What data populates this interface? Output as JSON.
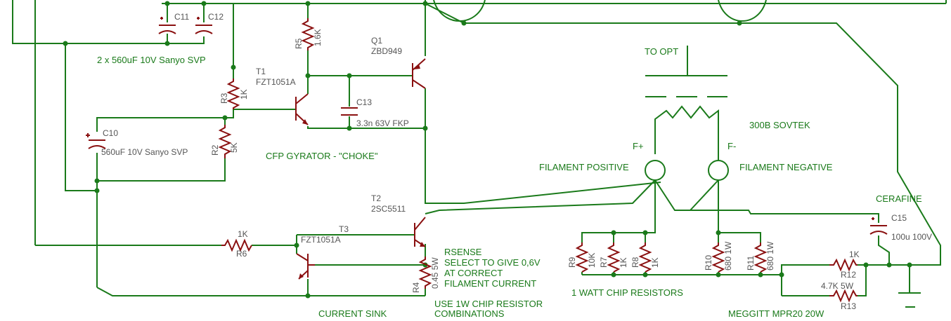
{
  "labels": {
    "bank": "2 x 560uF 10V Sanyo SVP",
    "gyrator": "CFP GYRATOR - \"CHOKE\"",
    "current_sink": "CURRENT SINK",
    "rsense_1": "RSENSE",
    "rsense_2": "SELECT TO GIVE 0,6V",
    "rsense_3": "AT CORRECT",
    "rsense_4": "FILAMENT CURRENT",
    "chip_1": "USE 1W CHIP RESISTOR",
    "chip_2": "COMBINATIONS",
    "to_opt": "TO OPT",
    "tube": "300B SOVTEK",
    "f_plus": "F+",
    "f_minus": "F-",
    "fil_pos": "FILAMENT POSITIVE",
    "fil_neg": "FILAMENT NEGATIVE",
    "one_watt": "1 WATT CHIP RESISTORS",
    "cerafine": "CERAFINE",
    "meggitt": "MEGGITT MPR20 20W"
  },
  "parts": {
    "c11": {
      "ref": "C11"
    },
    "c12": {
      "ref": "C12"
    },
    "c10": {
      "ref": "C10",
      "value": "560uF 10V Sanyo SVP"
    },
    "c13": {
      "ref": "C13",
      "value": "3.3n 63V FKP"
    },
    "c15": {
      "ref": "C15",
      "value": "100u 100V"
    },
    "r5": {
      "ref": "R5",
      "value": "1.6K"
    },
    "r3": {
      "ref": "R3",
      "value": "1K"
    },
    "r2": {
      "ref": "R2",
      "value": "5K"
    },
    "r6": {
      "ref": "R6",
      "value": "1K"
    },
    "r4": {
      "ref": "R4",
      "value": "0.45 5W"
    },
    "r9": {
      "ref": "R9",
      "value": "10K"
    },
    "r7": {
      "ref": "R7",
      "value": "1K"
    },
    "r8": {
      "ref": "R8",
      "value": "1K"
    },
    "r10": {
      "ref": "R10",
      "value": "680 1W"
    },
    "r11": {
      "ref": "R11",
      "value": "680 1W"
    },
    "r12": {
      "ref": "R12",
      "value": "1K"
    },
    "r13": {
      "ref": "R13",
      "value": "4.7K 5W"
    },
    "q1": {
      "ref": "Q1",
      "value": "ZBD949"
    },
    "t1": {
      "ref": "T1",
      "value": "FZT1051A"
    },
    "t2": {
      "ref": "T2",
      "value": "2SC5511"
    },
    "t3": {
      "ref": "T3",
      "value": "FZT1051A"
    }
  },
  "colors": {
    "wire": "#1a7a1a",
    "part": "#8a1010",
    "partlabel": "#555555",
    "background": "#ffffff"
  }
}
